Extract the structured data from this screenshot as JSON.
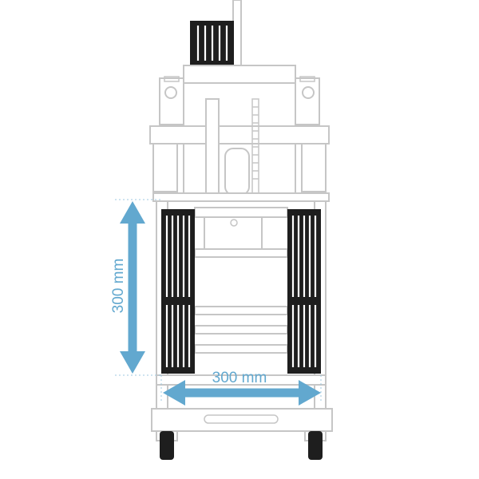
{
  "dimensions": {
    "height": {
      "value": 300,
      "unit": "mm",
      "label": "300 mm"
    },
    "width": {
      "value": 300,
      "unit": "mm",
      "label": "300 mm"
    }
  },
  "colors": {
    "dimension": "#62a8cf",
    "outline": "#c6c6c6",
    "pads": "#1e1e1e",
    "background": "#ffffff"
  }
}
